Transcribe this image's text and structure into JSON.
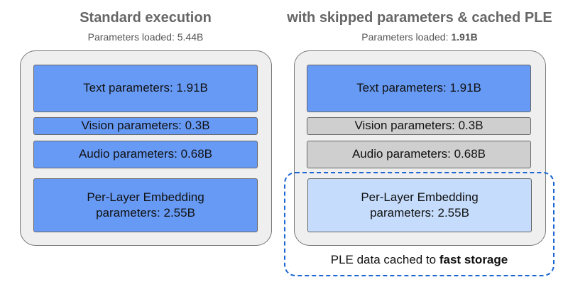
{
  "left": {
    "title": "Standard execution",
    "subtitle_label": "Parameters loaded: ",
    "subtitle_value": "5.44B",
    "boxes": [
      {
        "label": "Text parameters: 1.91B",
        "state": "loaded"
      },
      {
        "label": "Vision parameters: 0.3B",
        "state": "loaded"
      },
      {
        "label": "Audio parameters: 0.68B",
        "state": "loaded"
      },
      {
        "label": "Per-Layer Embedding parameters: 2.55B",
        "state": "loaded"
      }
    ]
  },
  "right": {
    "title": "with skipped parameters & cached PLE",
    "subtitle_label": "Parameters loaded: ",
    "subtitle_value": "1.91B",
    "boxes": [
      {
        "label": "Text parameters: 1.91B",
        "state": "loaded"
      },
      {
        "label": "Vision parameters: 0.3B",
        "state": "skipped"
      },
      {
        "label": "Audio parameters: 0.68B",
        "state": "skipped"
      },
      {
        "label": "Per-Layer Embedding parameters: 2.55B",
        "state": "cached"
      }
    ],
    "cache_note_prefix": "PLE data cached to ",
    "cache_note_bold": "fast storage"
  },
  "colors": {
    "loaded": "#679af5",
    "skipped": "#cfcfcf",
    "cached": "#c5dcfc",
    "dashed_border": "#1c66d2"
  }
}
